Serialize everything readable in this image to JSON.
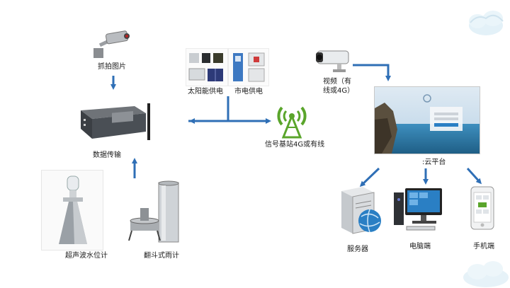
{
  "nodes": {
    "capture_label": "抓拍图片",
    "transmission_label": "数据传输",
    "radar_label": "超声波水位计",
    "rain_gauge_label": "翻斗式雨计",
    "solar_label": "太阳能供电",
    "mains_label": "市电供电",
    "base_station_label": "信号基站4G或有线",
    "video_label_line1": "视频（有",
    "video_label_line2": "线或4G）",
    "cloud_label": ":云平台",
    "server_label": "服务器",
    "pc_label": "电脑端",
    "phone_label": "手机端"
  },
  "colors": {
    "arrow": "#2f6fb6",
    "device_dark": "#3b3f44",
    "screen_blue": "#2a7fc4",
    "signal_green": "#5aa52b"
  },
  "icons": [
    "camera-icon",
    "transmission-unit-icon",
    "radar-level-icon",
    "rain-gauge-icon",
    "solar-panel-icon",
    "mains-power-icon",
    "signal-tower-icon",
    "video-camera-icon",
    "cloud-platform-screen",
    "server-icon",
    "desktop-pc-icon",
    "mobile-phone-icon",
    "cloud-decoration-icon"
  ]
}
